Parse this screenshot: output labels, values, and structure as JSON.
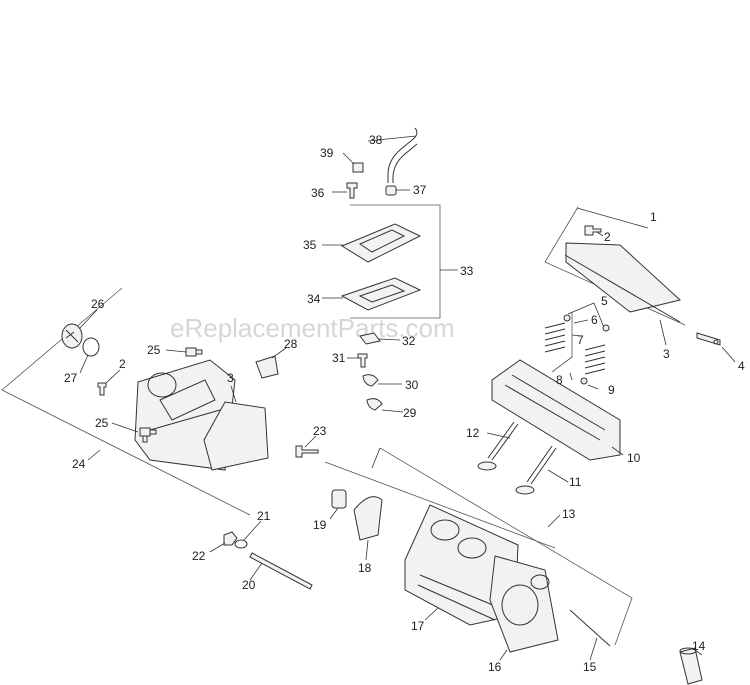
{
  "watermark": "eReplacementParts.com",
  "callouts": {
    "c1": "1",
    "c2a": "2",
    "c2b": "2",
    "c3a": "3",
    "c3b": "3",
    "c4": "4",
    "c5": "5",
    "c6": "6",
    "c7": "7",
    "c8": "8",
    "c9": "9",
    "c10": "10",
    "c11": "11",
    "c12": "12",
    "c13": "13",
    "c14": "14",
    "c15": "15",
    "c16": "16",
    "c17": "17",
    "c18": "18",
    "c19": "19",
    "c20": "20",
    "c21": "21",
    "c22": "22",
    "c23": "23",
    "c24": "24",
    "c25a": "25",
    "c25b": "25",
    "c26": "26",
    "c27": "27",
    "c28": "28",
    "c29": "29",
    "c30": "30",
    "c31": "31",
    "c32": "32",
    "c33": "33",
    "c34": "34",
    "c35": "35",
    "c36": "36",
    "c37": "37",
    "c38": "38",
    "c39": "39"
  }
}
